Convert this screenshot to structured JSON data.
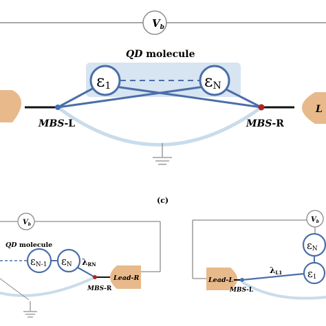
{
  "top": {
    "voltmeter_label": "V",
    "voltmeter_sub": "b",
    "qd_molecule_label_italic": "QD",
    "qd_molecule_label_rest": " molecule",
    "eps_first": "ε",
    "eps_first_sub": "1",
    "eps_last": "ε",
    "eps_last_sub": "N",
    "mbs_left_italic": "MBS",
    "mbs_left_rest": "-L",
    "mbs_right_italic": "MBS",
    "mbs_right_rest": "-R",
    "lead_right_partial": "L"
  },
  "panel_label": "(c)",
  "bottom_left": {
    "voltmeter_label": "V",
    "voltmeter_sub": "b",
    "qd_molecule_label_italic": "QD",
    "qd_molecule_label_rest": " molecule",
    "eps_n1": "ε",
    "eps_n1_sub": "N-1",
    "eps_n": "ε",
    "eps_n_sub": "N",
    "lambda": "λ",
    "lambda_sub": "RN",
    "mbs_italic": "MBS",
    "mbs_rest": "-R",
    "lead_label": "Lead-R"
  },
  "bottom_right": {
    "voltmeter_label": "V",
    "voltmeter_sub": "b",
    "eps_n": "ε",
    "eps_n_sub": "N",
    "eps_1": "ε",
    "eps_1_sub": "1",
    "lambda": "λ",
    "lambda_sub": "L1",
    "mbs_italic": "MBS",
    "mbs_rest": "-L",
    "lead_label": "Lead-L"
  },
  "colors": {
    "coupling_blue": "#4a6ea8",
    "lead_orange": "#e8b98a",
    "qd_box_fill": "#d7e4f1",
    "ground_arc": "#c9dcea",
    "mbs_left_dot": "#3f6fbf",
    "mbs_right_dot": "#b22222",
    "circuit_line": "#8a8a8a"
  }
}
